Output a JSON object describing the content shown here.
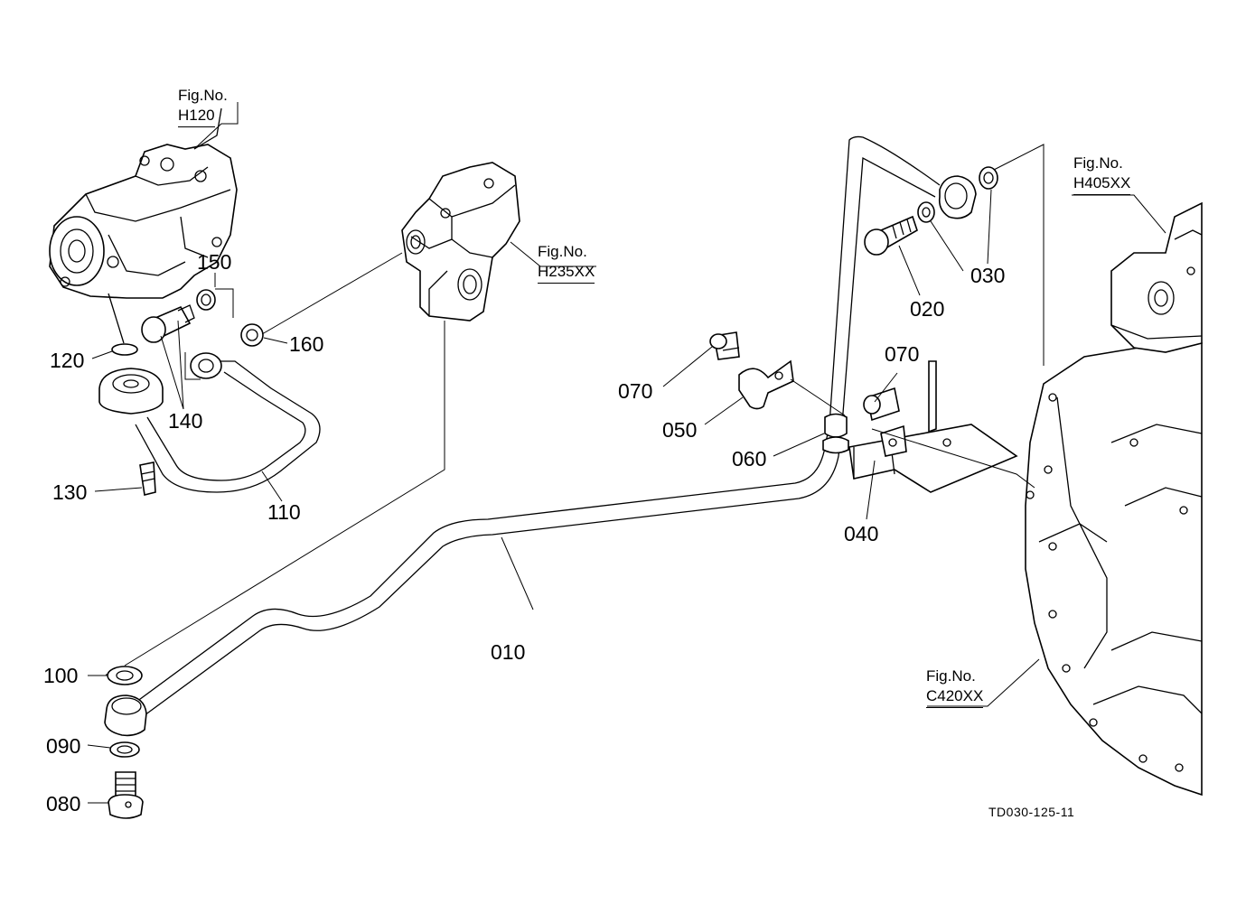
{
  "labels": {
    "p010": "010",
    "p020": "020",
    "p030": "030",
    "p040": "040",
    "p050": "050",
    "p060": "060",
    "p070a": "070",
    "p070b": "070",
    "p080": "080",
    "p090": "090",
    "p100": "100",
    "p110": "110",
    "p120": "120",
    "p130": "130",
    "p140": "140",
    "p150": "150",
    "p160": "160"
  },
  "figure_refs": {
    "h120": {
      "title": "Fig.No.",
      "code": "H120"
    },
    "h235": {
      "title": "Fig.No.",
      "code": "H235XX"
    },
    "h405": {
      "title": "Fig.No.",
      "code": "H405XX"
    },
    "c420": {
      "title": "Fig.No.",
      "code": "C420XX"
    }
  },
  "drawing_code": "TD030-125-11",
  "colors": {
    "line": "#000000",
    "background": "#ffffff"
  }
}
